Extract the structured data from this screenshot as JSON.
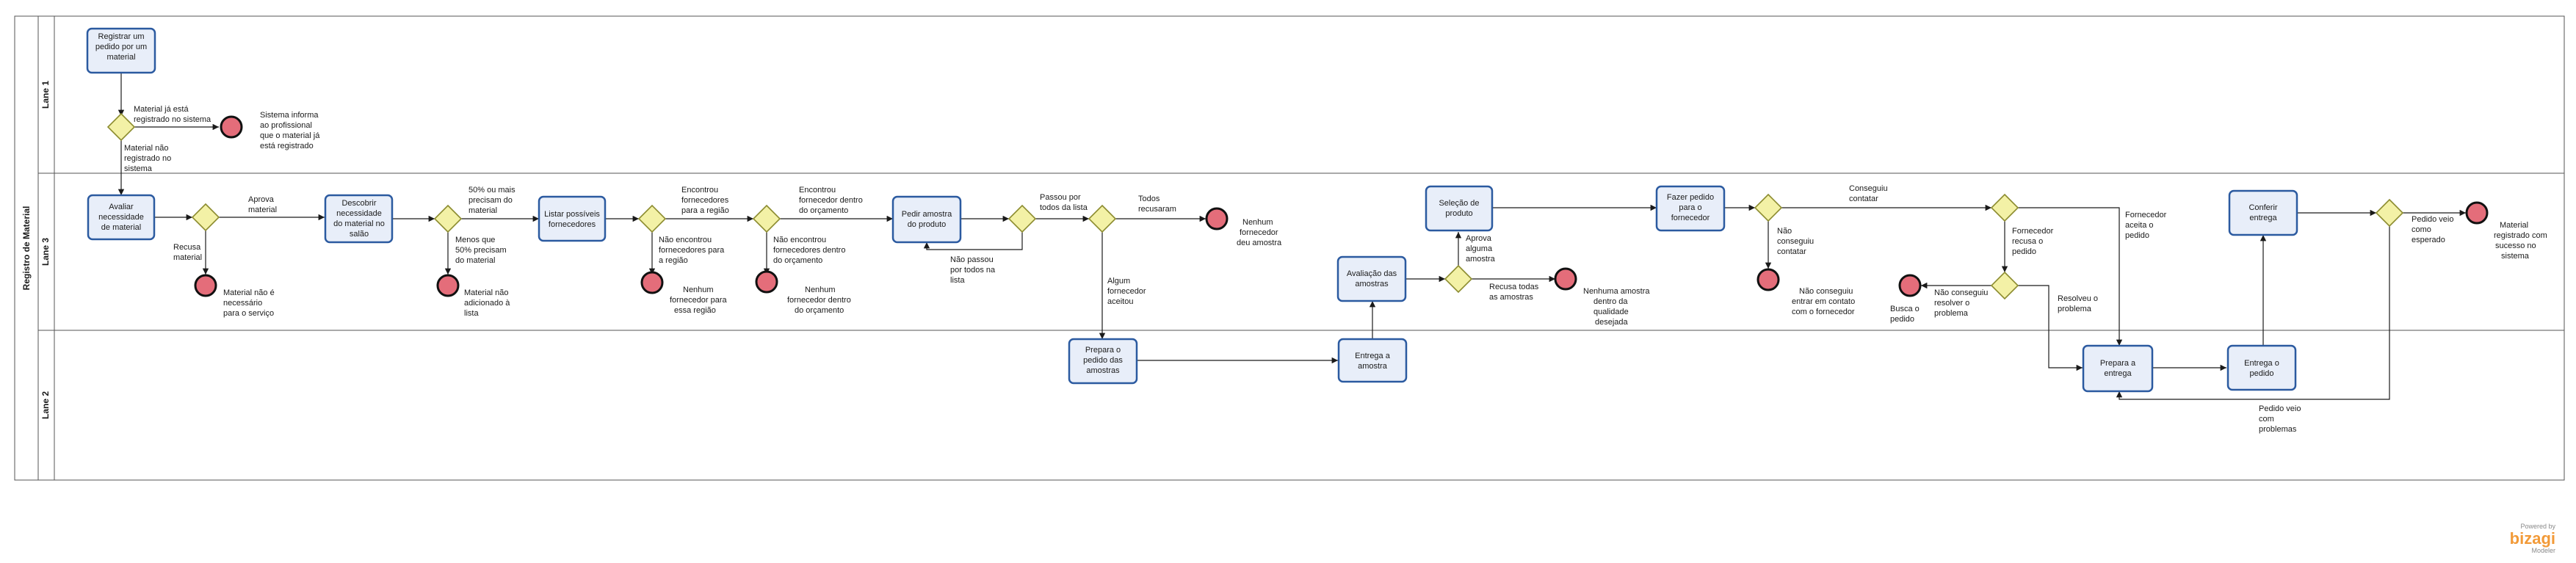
{
  "pool": {
    "title": "Registro de Material"
  },
  "lanes": [
    "Lane 1",
    "Lane 3",
    "Lane 2"
  ],
  "tasks": {
    "t_registrar": "Registrar um pedido por um material",
    "t_avaliar": "Avaliar necessidade de material",
    "t_descobrir": "Descobrir necessidade do material no salão",
    "t_listar": "Listar possíveis fornecedores",
    "t_pedir": "Pedir amostra do produto",
    "t_prepara_amostras": "Prepara o pedido das amostras",
    "t_entrega_amostra": "Entrega a amostra",
    "t_avaliacao": "Avaliação das amostras",
    "t_selecao": "Seleção de produto",
    "t_fazer": "Fazer pedido para o fornecedor",
    "t_prepara_entrega": "Prepara a entrega",
    "t_entrega_pedido": "Entrega o pedido",
    "t_conferir": "Conferir entrega"
  },
  "labels": {
    "l_ja_registrado": "Material já está registrado no sistema",
    "l_sistema_informa": "Sistema informa ao profissional que o material já está registrado",
    "l_nao_registrado": "Material não registrado no sistema",
    "l_aprova": "Aprova material",
    "l_recusa": "Recusa material",
    "l_nao_necessario": "Material não é necessário para o serviço",
    "l_50mais": "50% ou mais precisam do material",
    "l_menos50": "Menos que 50% precisam do material",
    "l_nao_adicionado": "Material não adicionado à lista",
    "l_encontrou_regiao": "Encontrou fornecedores para a região",
    "l_nao_encontrou_regiao": "Não encontrou fornecedores para a região",
    "l_nenhum_regiao": "Nenhum fornecedor para essa região",
    "l_encontrou_orc": "Encontrou fornecedor dentro do orçamento",
    "l_nao_encontrou_orc": "Não encontrou fornecedores dentro do orçamento",
    "l_nenhum_orc": "Nenhum fornecedor dentro do orçamento",
    "l_passou": "Passou por todos da lista",
    "l_nao_passou": "Não passou por todos na lista",
    "l_todos_recusaram": "Todos recusaram",
    "l_nenhum_amostra": "Nenhum fornecedor deu amostra",
    "l_algum_aceitou": "Algum fornecedor aceitou",
    "l_aprova_alguma": "Aprova alguma amostra",
    "l_recusa_todas": "Recusa todas as amostras",
    "l_nenhuma_qualidade": "Nenhuma amostra dentro da qualidade desejada",
    "l_conseguiu": "Conseguiu contatar",
    "l_nao_conseguiu": "Não conseguiu contatar",
    "l_nao_conseguiu_entrar": "Não conseguiu entrar em contato com o fornecedor",
    "l_aceita": "Fornecedor aceita o pedido",
    "l_recusa_pedido": "Fornecedor recusa o pedido",
    "l_nao_resolver": "Não conseguiu resolver o problema",
    "l_busca": "Busca o pedido",
    "l_resolveu": "Resolveu o problema",
    "l_esperado": "Pedido veio como esperado",
    "l_sucesso": "Material registrado com sucesso no sistema",
    "l_problemas": "Pedido veio com problemas"
  },
  "logo": {
    "powered": "Powered by",
    "brand": "bizagi",
    "sub": "Modeler"
  },
  "colors": {
    "task_fill": "#e8eef9",
    "task_border": "#2b5aa0",
    "gateway_fill": "#f3f1a6",
    "end_event_fill": "#e46d7a",
    "start_event_fill": "#7ac37a",
    "logo_orange": "#f29a38"
  }
}
